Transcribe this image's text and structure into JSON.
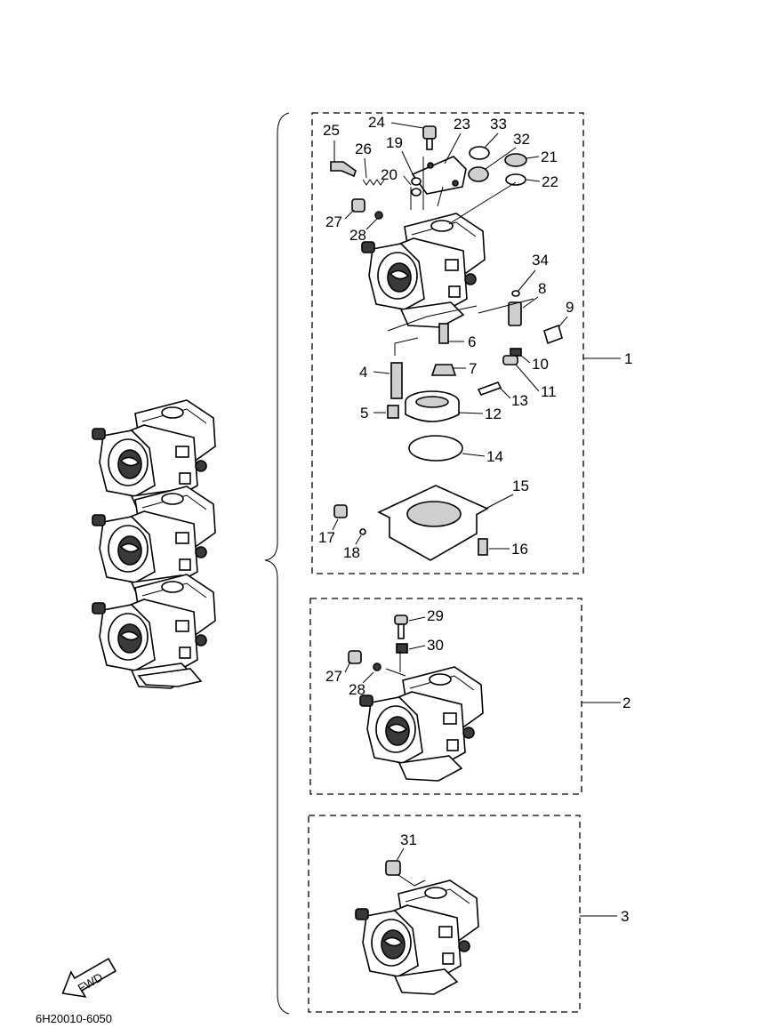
{
  "diagram": {
    "drawing_code": "6H20010-6050",
    "fwd_label": "FWD",
    "assemblies": [
      {
        "label": "1",
        "part_numbers": [
          "24",
          "23",
          "33",
          "25",
          "26",
          "19",
          "32",
          "21",
          "20",
          "22",
          "27",
          "28",
          "34",
          "8",
          "9",
          "6",
          "10",
          "4",
          "7",
          "11",
          "13",
          "5",
          "12",
          "14",
          "15",
          "17",
          "16",
          "18"
        ]
      },
      {
        "label": "2",
        "part_numbers": [
          "29",
          "30",
          "27",
          "28"
        ]
      },
      {
        "label": "3",
        "part_numbers": [
          "31"
        ]
      }
    ]
  }
}
